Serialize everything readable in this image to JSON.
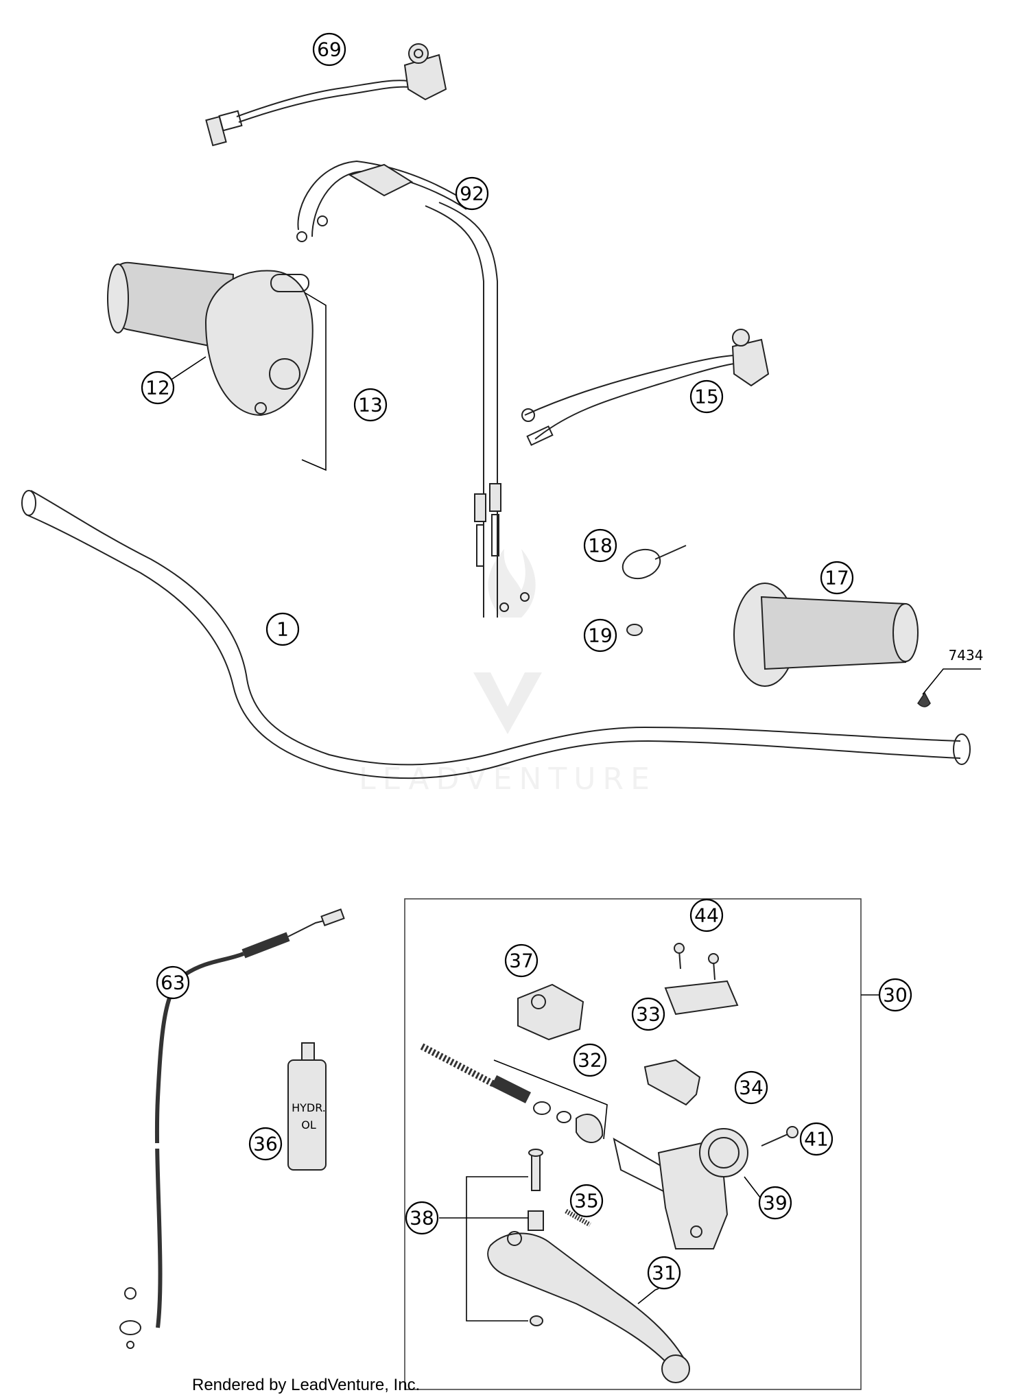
{
  "callouts": {
    "c69": "69",
    "c92": "92",
    "c12": "12",
    "c13": "13",
    "c15": "15",
    "c18": "18",
    "c17": "17",
    "c1": "1",
    "c19": "19",
    "c44": "44",
    "c37": "37",
    "c30": "30",
    "c33": "33",
    "c63": "63",
    "c32": "32",
    "c34": "34",
    "c41": "41",
    "c36": "36",
    "c39": "39",
    "c35": "35",
    "c38": "38",
    "c31": "31"
  },
  "label_7434": "7434",
  "bottle_text_1": "HYDR.",
  "bottle_text_2": "OL",
  "watermark": "LEADVENTURE",
  "footer": "Rendered by LeadVenture, Inc."
}
